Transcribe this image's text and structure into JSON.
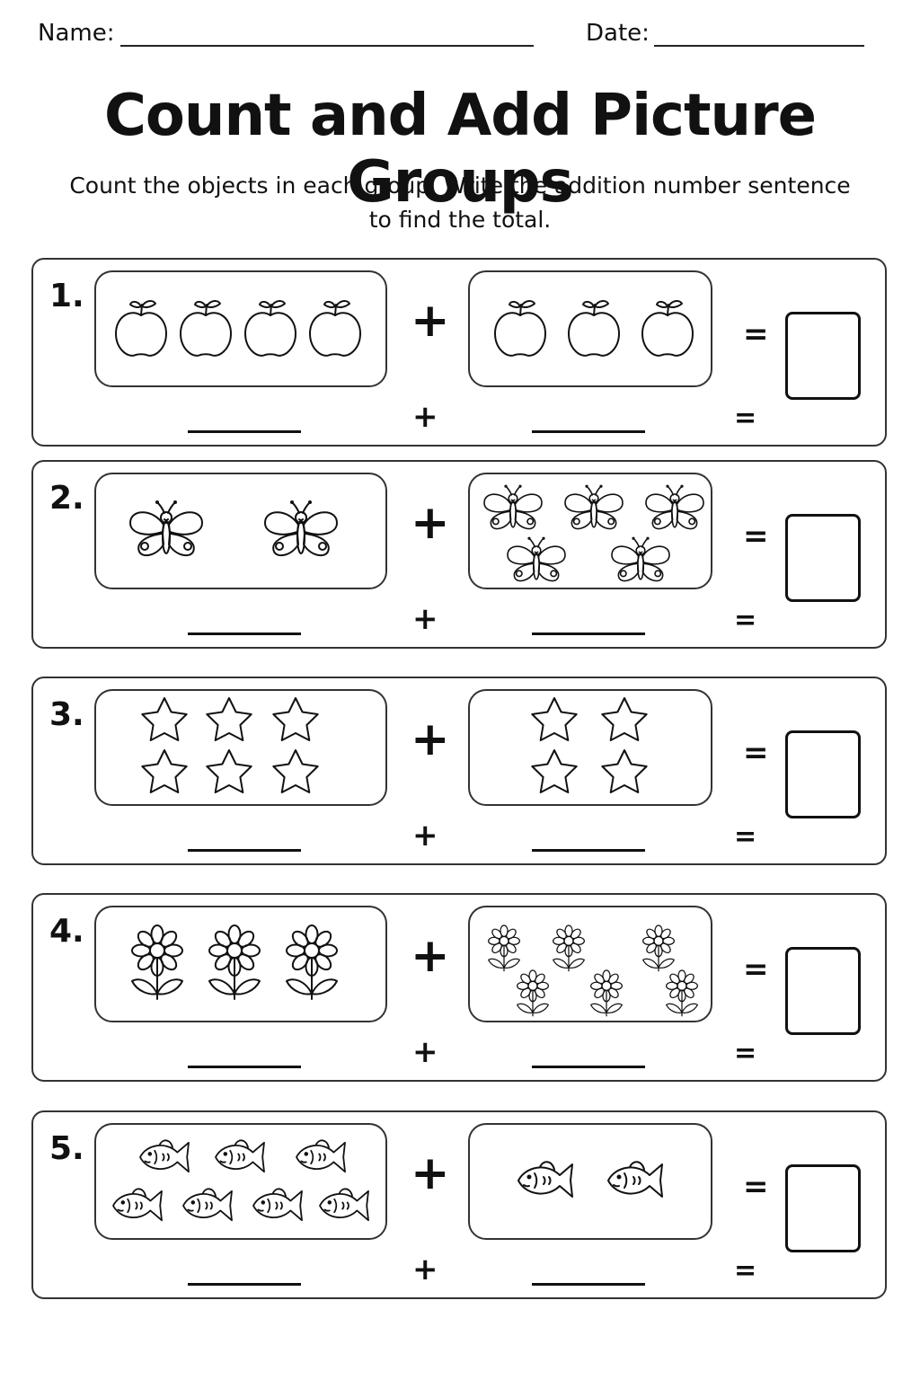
{
  "header": {
    "name_label": "Name:",
    "date_label": "Date:"
  },
  "title": "Count and Add Picture Groups",
  "instructions": "Count the objects in each group. Write the addition number sentence to find the total.",
  "symbols": {
    "plus": "+",
    "equals": "="
  },
  "problems": [
    {
      "number": "1.",
      "object": "apple-icon",
      "group1_count": 4,
      "group2_count": 3
    },
    {
      "number": "2.",
      "object": "butterfly-icon",
      "group1_count": 2,
      "group2_count": 5
    },
    {
      "number": "3.",
      "object": "star-icon",
      "group1_count": 6,
      "group2_count": 4
    },
    {
      "number": "4.",
      "object": "flower-icon",
      "group1_count": 3,
      "group2_count": 6
    },
    {
      "number": "5.",
      "object": "fish-icon",
      "group1_count": 7,
      "group2_count": 2
    }
  ]
}
